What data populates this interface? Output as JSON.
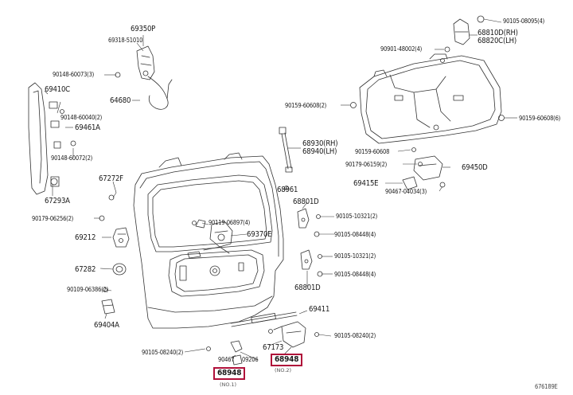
{
  "diagram": {
    "drawing_code": "676189E",
    "labels": {
      "p69350P": "69350P",
      "p69318": "69318-51010",
      "p90148a": "90148-60073(3)",
      "p64680": "64680",
      "p69410C": "69410C",
      "p90148b": "90148-60040(2)",
      "p69461A": "69461A",
      "p90148c": "90148-60072(2)",
      "p67272F": "67272F",
      "p67293A": "67293A",
      "p90179a": "90179-06256(2)",
      "p69212": "69212",
      "p67282": "67282",
      "p90109": "90109-06386(2)",
      "p69404A": "69404A",
      "p90105a": "90105-08240(2)",
      "p90467a": "90467",
      "p09206": "09206",
      "p68948a": "68948",
      "p67173": "67173",
      "p68948b": "68948",
      "p90105b": "90105-08240(2)",
      "p69411": "69411",
      "p68801Da": "68801D",
      "p90105c": "90105-10321(2)",
      "p90105d": "90105-08448(4)",
      "p90105e": "90105-10321(2)",
      "p90105f": "90105-08448(4)",
      "p68801Db": "68801D",
      "p90119": "90119-06897(4)",
      "p69370E": "69370E",
      "p68961": "68961",
      "p68930": "68930(RH)",
      "p68940": "68940(LH)",
      "p90159a": "90159-60608(2)",
      "p90159b": "90159-60608(6)",
      "p90159c": "90159-60608",
      "p90179b": "90179-06159(2)",
      "p69450D": "69450D",
      "p69415E": "69415E",
      "p90467b": "90467-04034(3)",
      "p90105g": "90105-08095(4)",
      "p68810D": "68810D(RH)",
      "p68820C": "68820C(LH)",
      "p90901": "90901-48002(4)",
      "note1": "(NO.1)",
      "note2": "(NO.2)"
    },
    "highlight_color": "#b0103a"
  }
}
